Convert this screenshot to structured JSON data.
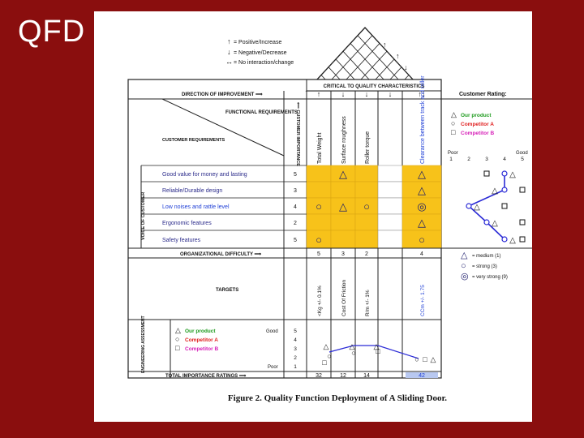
{
  "slide_title": "QFD",
  "caption": "Figure 2. Quality Function Deployment of A Sliding Door.",
  "roof_legend": [
    {
      "symbol": "↑",
      "label": "= Positive/Increase"
    },
    {
      "symbol": "↓",
      "label": "= Negative/Decrease"
    },
    {
      "symbol": "↔",
      "label": "= No interaction/change"
    }
  ],
  "critical_header": "CRITICAL TO QUALITY CHARACTERISTICS",
  "direction_label": "DIRECTION OF IMPROVEMENT ⟹",
  "direction_arrows": [
    "↑",
    "↓",
    "↓",
    "↓",
    "↑↓"
  ],
  "functional_label": "FUNCTIONAL REQUIREMENTS",
  "customer_req_label": "CUSTOMER REQUIREMENTS",
  "importance_label": "⟸ CUSTOMER IMPORTANCE",
  "voice_label": "VOICE OF CUSTOMER",
  "functional_requirements": [
    "Total Weight",
    "Surface roughness",
    "Roller torque",
    "Clearance between track and roller"
  ],
  "customer_requirements": [
    {
      "label": "Good value for money and lasting",
      "importance": "5",
      "color": "#2a2a8a"
    },
    {
      "label": "Reliable/Durable design",
      "importance": "3",
      "color": "#2a2a8a"
    },
    {
      "label": "Low noises and rattle level",
      "importance": "4",
      "color": "#1f3fd6"
    },
    {
      "label": "Ergonomic features",
      "importance": "2",
      "color": "#2a2a8a"
    },
    {
      "label": "Safety features",
      "importance": "5",
      "color": "#2a2a8a"
    }
  ],
  "relationship_matrix": [
    [
      "",
      "△",
      "",
      "",
      "△"
    ],
    [
      "",
      "",
      "",
      "",
      "△"
    ],
    [
      "○",
      "△",
      "○",
      "",
      "◎"
    ],
    [
      "",
      "",
      "",
      "",
      "△"
    ],
    [
      "○",
      "",
      "",
      "",
      "○"
    ]
  ],
  "customer_rating": {
    "title": "Customer Rating:",
    "legend": [
      {
        "symbol": "△",
        "label": "Our product",
        "color": "#1c9a1c"
      },
      {
        "symbol": "○",
        "label": "Competitor A",
        "color": "#e02020"
      },
      {
        "symbol": "□",
        "label": "Competitor B",
        "color": "#d61fb8"
      }
    ],
    "poor": "Poor",
    "good": "Good",
    "scale": [
      "1",
      "2",
      "3",
      "4",
      "5"
    ],
    "ratings": [
      {
        "our": 4,
        "a": 4,
        "b": 3
      },
      {
        "our": 3,
        "a": 4,
        "b": 5
      },
      {
        "our": 2,
        "a": 2,
        "b": 4
      },
      {
        "our": 3,
        "a": 3,
        "b": 5
      },
      {
        "our": 4,
        "a": 4,
        "b": 5
      }
    ]
  },
  "org_difficulty": {
    "label": "ORGANIZATIONAL DIFFICULTY ⟹",
    "values": [
      "5",
      "3",
      "2",
      "",
      "4"
    ]
  },
  "targets": {
    "label": "TARGETS",
    "values": [
      "<Kg +/- 0.1%",
      "Cost Of Friction",
      "R/m +/- 1%",
      "",
      "CCm +/- 1.75"
    ]
  },
  "relationship_legend": [
    {
      "symbol": "△",
      "label": "= medium (1)"
    },
    {
      "symbol": "○",
      "label": "= strong (3)"
    },
    {
      "symbol": "◎",
      "label": "= very strong (9)"
    }
  ],
  "engineering_assessment": {
    "label": "ENGINEERING ASSESSMENT",
    "good": "Good",
    "poor": "Poor",
    "scale": [
      "5",
      "4",
      "3",
      "2",
      "1"
    ],
    "legend": [
      {
        "symbol": "△",
        "label": "Our product",
        "color": "#1c9a1c"
      },
      {
        "symbol": "○",
        "label": "Competitor A",
        "color": "#e02020"
      },
      {
        "symbol": "□",
        "label": "Competitor B",
        "color": "#d61fb8"
      }
    ]
  },
  "total_importance": {
    "label": "TOTAL IMPORTANCE RATINGS ⟹",
    "values": [
      "32",
      "12",
      "14",
      "",
      "42"
    ]
  },
  "colors": {
    "background": "#8a0e0e",
    "matrix_fill": "#f7c21a",
    "competitor_line": "#2b2bd6"
  }
}
